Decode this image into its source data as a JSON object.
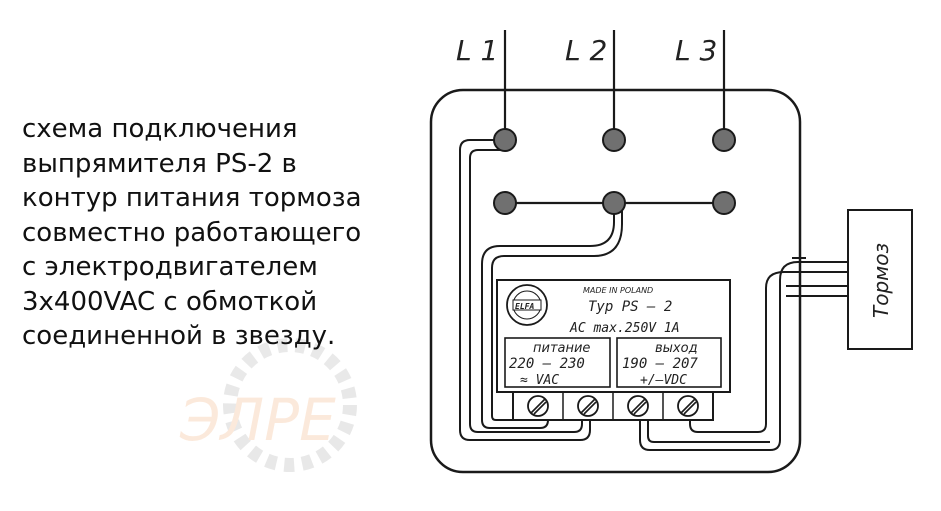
{
  "caption": [
    "схема подключения",
    "выпрямителя PS-2 в",
    "контур питания тормоза",
    "совместно работающего",
    "с электродвигателем",
    "3x400VAC с обмоткой",
    "соединенной в звезду."
  ],
  "phases": [
    "L 1",
    "L 2",
    "L 3"
  ],
  "rectifier": {
    "made_in": "MADE IN POLAND",
    "type": "Typ PS – 2",
    "rating": "AC max.250V   1A",
    "logo": "ELFA",
    "input": {
      "title": "питание",
      "range": "220 – 230",
      "unit": "≈  VAC"
    },
    "output": {
      "title": "выход",
      "range": "190 – 207",
      "unit": "+/–VDC"
    }
  },
  "brake_label": "Тормоз",
  "watermark": "ЭЛРЕ",
  "colors": {
    "line": "#1a1a1a",
    "terminal": "#707070",
    "watermark": "#f0a060"
  }
}
